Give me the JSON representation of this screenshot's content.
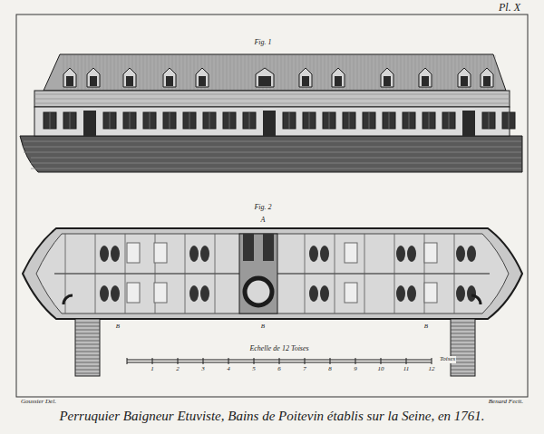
{
  "diagram": {
    "title": "Perruquier Baigneur Etuviste, Bains de Poitevin établis sur la Seine, en 1761.",
    "labels": [
      "Pl. X",
      "Fig. 1",
      "Fig. 2",
      "A",
      "B",
      "B",
      "B",
      "Echelle de 12 Toises",
      "1",
      "2",
      "3",
      "4",
      "5",
      "6",
      "7",
      "8",
      "9",
      "10",
      "11",
      "12",
      "Toises",
      "Goussier Del.",
      "Benard Fecit."
    ]
  }
}
